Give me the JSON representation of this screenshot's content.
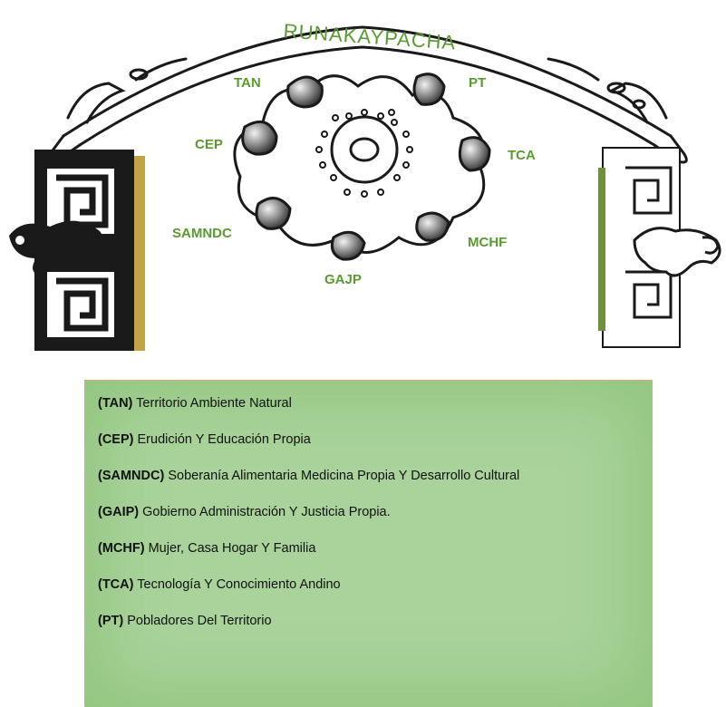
{
  "diagram": {
    "title": "RUNAKAYPACHA",
    "nodes": [
      {
        "id": "tan",
        "label": "TAN"
      },
      {
        "id": "pt",
        "label": "PT"
      },
      {
        "id": "cep",
        "label": "CEP"
      },
      {
        "id": "tca",
        "label": "TCA"
      },
      {
        "id": "samndc",
        "label": "SAMNDC"
      },
      {
        "id": "mchf",
        "label": "MCHF"
      },
      {
        "id": "gajp",
        "label": "GAJP"
      }
    ],
    "colors": {
      "label_green": "#5a9a32",
      "legend_bg": "#a9d39a",
      "legend_border": "#e8a66e",
      "ink": "#1a1a1a"
    }
  },
  "legend": {
    "items": [
      {
        "abbr": "(TAN)",
        "text": "Territorio Ambiente Natural"
      },
      {
        "abbr": "(CEP)",
        "text": "Erudición Y Educación Propia"
      },
      {
        "abbr": "(SAMNDC)",
        "text": "Soberanía Alimentaria Medicina Propia Y Desarrollo Cultural"
      },
      {
        "abbr": "(GAIP)",
        "text": "Gobierno Administración Y Justicia Propia."
      },
      {
        "abbr": "(MCHF)",
        "text": "Mujer, Casa Hogar Y Familia"
      },
      {
        "abbr": "(TCA)",
        "text": "Tecnología Y Conocimiento Andino"
      },
      {
        "abbr": "(PT)",
        "text": "Pobladores Del Territorio"
      }
    ]
  }
}
